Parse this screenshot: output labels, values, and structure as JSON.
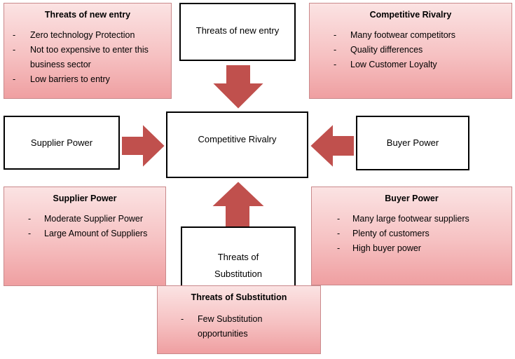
{
  "diagram": {
    "center": {
      "label": "Competitive Rivalry"
    },
    "top_box": {
      "label": "Threats of new entry"
    },
    "left_box": {
      "label": "Supplier Power"
    },
    "right_box": {
      "label": "Buyer Power"
    },
    "bottom_box": {
      "line1": "Threats of",
      "line2": "Substitution"
    },
    "notes": {
      "top_left": {
        "title": "Threats of new entry",
        "items": [
          "Zero technology Protection",
          "Not too expensive to enter this",
          "business sector",
          "Low barriers to entry"
        ]
      },
      "top_right": {
        "title": "Competitive Rivalry",
        "items": [
          "Many footwear competitors",
          "Quality differences",
          "Low Customer Loyalty"
        ]
      },
      "mid_left": {
        "title": "Supplier Power",
        "items": [
          "Moderate Supplier Power",
          "Large Amount of Suppliers"
        ]
      },
      "mid_right": {
        "title": "Buyer Power",
        "items": [
          "Many large footwear suppliers",
          "Plenty of customers",
          "High buyer power"
        ]
      },
      "bottom": {
        "title": "Threats of Substitution",
        "items": [
          "Few Substitution",
          "opportunities"
        ]
      }
    },
    "dash": "-",
    "colors": {
      "arrow_fill": "#c0504d",
      "arrow_stroke": "#ffffff",
      "note_top": "#fbe3e3",
      "note_bottom": "#ef9fa1",
      "note_border": "#c9898b"
    }
  }
}
